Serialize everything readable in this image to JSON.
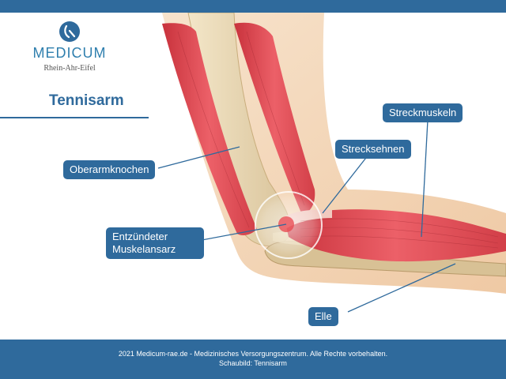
{
  "brand": {
    "name": "MEDICUM",
    "subtitle": "Rhein-Ahr-Eifel"
  },
  "title": "Tennisarm",
  "labels": {
    "streckmuskeln": "Streckmuskeln",
    "strecksehnen": "Strecksehnen",
    "oberarmknochen": "Oberarmknochen",
    "entzuendet_line1": "Entzündeter",
    "entzuendet_line2": "Muskelansarz",
    "elle": "Elle"
  },
  "footer": {
    "line1": "2021 Medicum-rae.de - Medizinisches Versorgungszentrum. Alle Rechte vorbehalten.",
    "line2": "Schaubild: Tennisarm"
  },
  "colors": {
    "brand_blue": "#2f6a9c",
    "muscle_red": "#e0505a",
    "bone": "#ecdcb8",
    "skin": "#f6dcc2"
  }
}
